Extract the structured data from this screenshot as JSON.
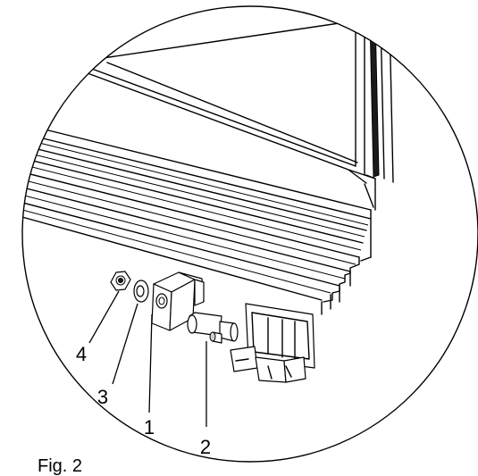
{
  "callouts": {
    "label_1": "1",
    "label_2": "2",
    "label_3": "3",
    "label_4": "4"
  },
  "figure": {
    "caption": "Fig. 2"
  }
}
